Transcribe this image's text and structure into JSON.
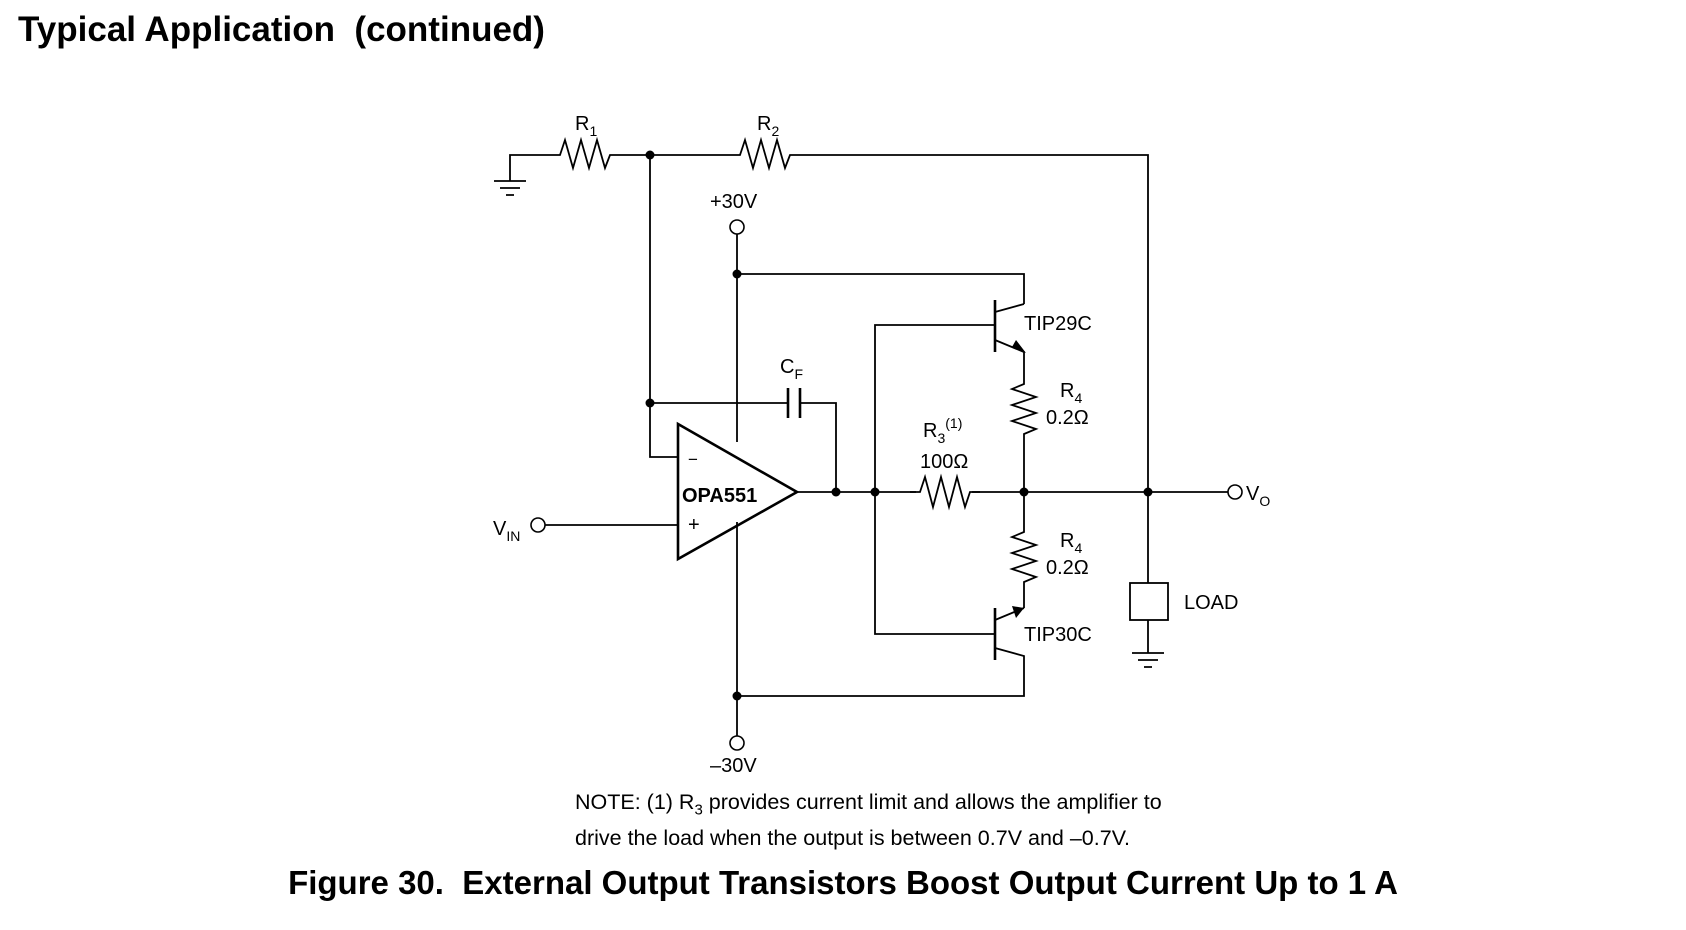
{
  "section_title": "Typical Application  (continued)",
  "components": {
    "r1": {
      "label": "R",
      "sub": "1"
    },
    "r2": {
      "label": "R",
      "sub": "2"
    },
    "cf": {
      "label": "C",
      "sub": "F"
    },
    "r3": {
      "label": "R",
      "sub": "3",
      "sup": "(1)",
      "value": "100Ω"
    },
    "r4_top": {
      "label": "R",
      "sub": "4",
      "value": "0.2Ω"
    },
    "r4_bottom": {
      "label": "R",
      "sub": "4",
      "value": "0.2Ω"
    },
    "q_top": {
      "label": "TIP29C"
    },
    "q_bottom": {
      "label": "TIP30C"
    },
    "opamp": {
      "label": "OPA551",
      "minus": "−",
      "plus": "+"
    },
    "load": {
      "label": "LOAD"
    }
  },
  "supplies": {
    "positive": "+30V",
    "negative": "–30V"
  },
  "terminals": {
    "vin": {
      "label": "V",
      "sub": "IN"
    },
    "vo": {
      "label": "V",
      "sub": "O"
    }
  },
  "note": {
    "prefix": "NOTE: (1) R",
    "sub": "3",
    "line1_rest": " provides current limit and allows the amplifier to",
    "line2": "drive the load when the output is between 0.7V and –0.7V."
  },
  "figure_caption": "Figure 30.  External Output Transistors Boost Output Current Up to 1 A"
}
